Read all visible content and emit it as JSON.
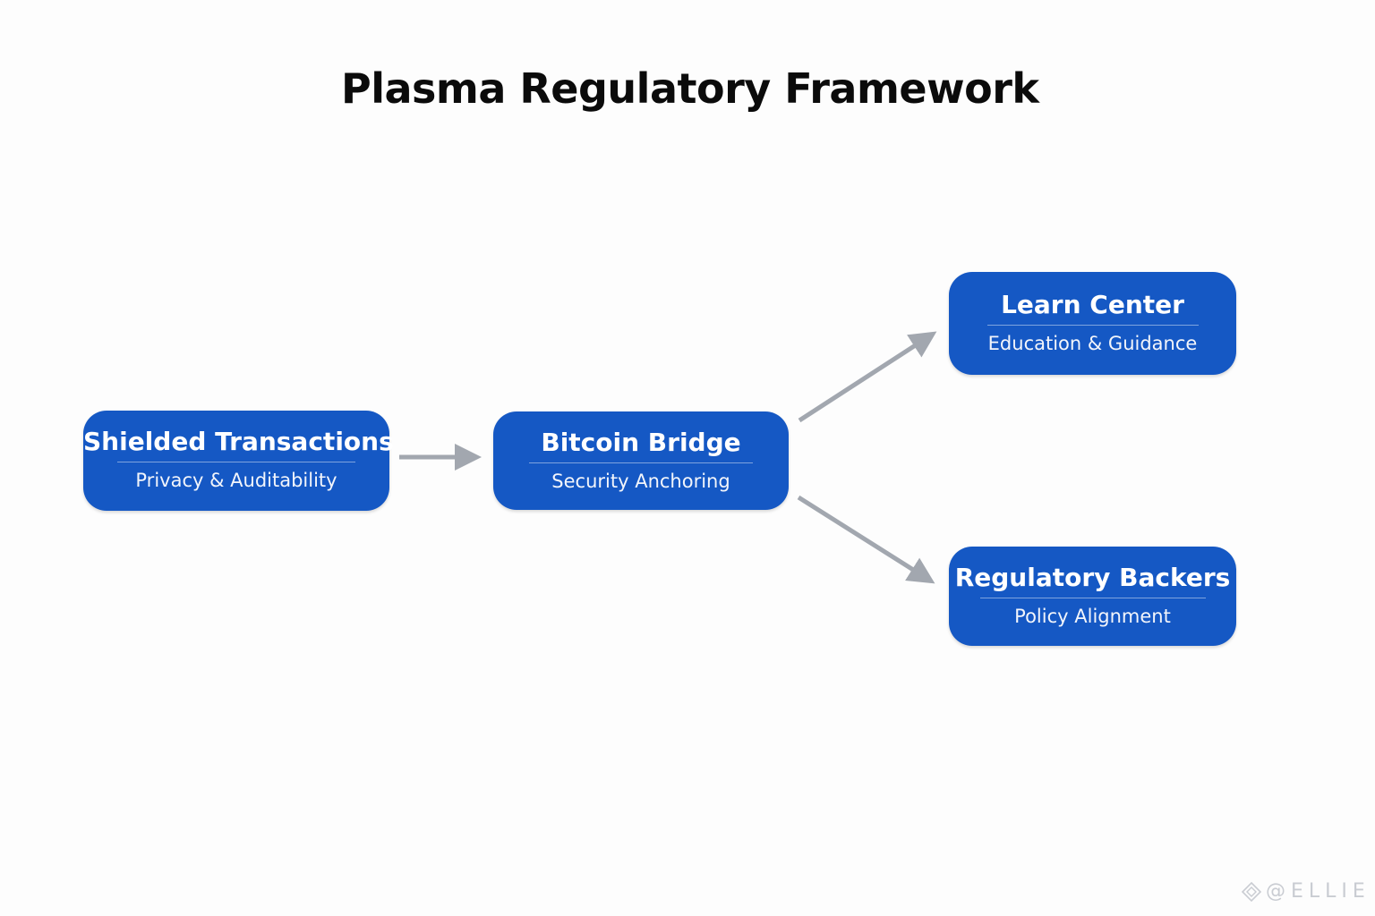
{
  "title": "Plasma Regulatory Framework",
  "nodes": [
    {
      "id": "shielded",
      "title": "Shielded Transactions",
      "subtitle": "Privacy & Auditability"
    },
    {
      "id": "bridge",
      "title": "Bitcoin Bridge",
      "subtitle": "Security Anchoring"
    },
    {
      "id": "learn",
      "title": "Learn Center",
      "subtitle": "Education & Guidance"
    },
    {
      "id": "backers",
      "title": "Regulatory Backers",
      "subtitle": "Policy Alignment"
    }
  ],
  "edges": [
    {
      "from": "shielded",
      "to": "bridge"
    },
    {
      "from": "bridge",
      "to": "learn"
    },
    {
      "from": "bridge",
      "to": "backers"
    }
  ],
  "colors": {
    "node_fill": "#1558c4",
    "arrow": "#a2a7af",
    "text_on_node": "#ffffff"
  },
  "watermark": {
    "text": "@ELLIE",
    "icon": "diamond-logo-icon"
  }
}
